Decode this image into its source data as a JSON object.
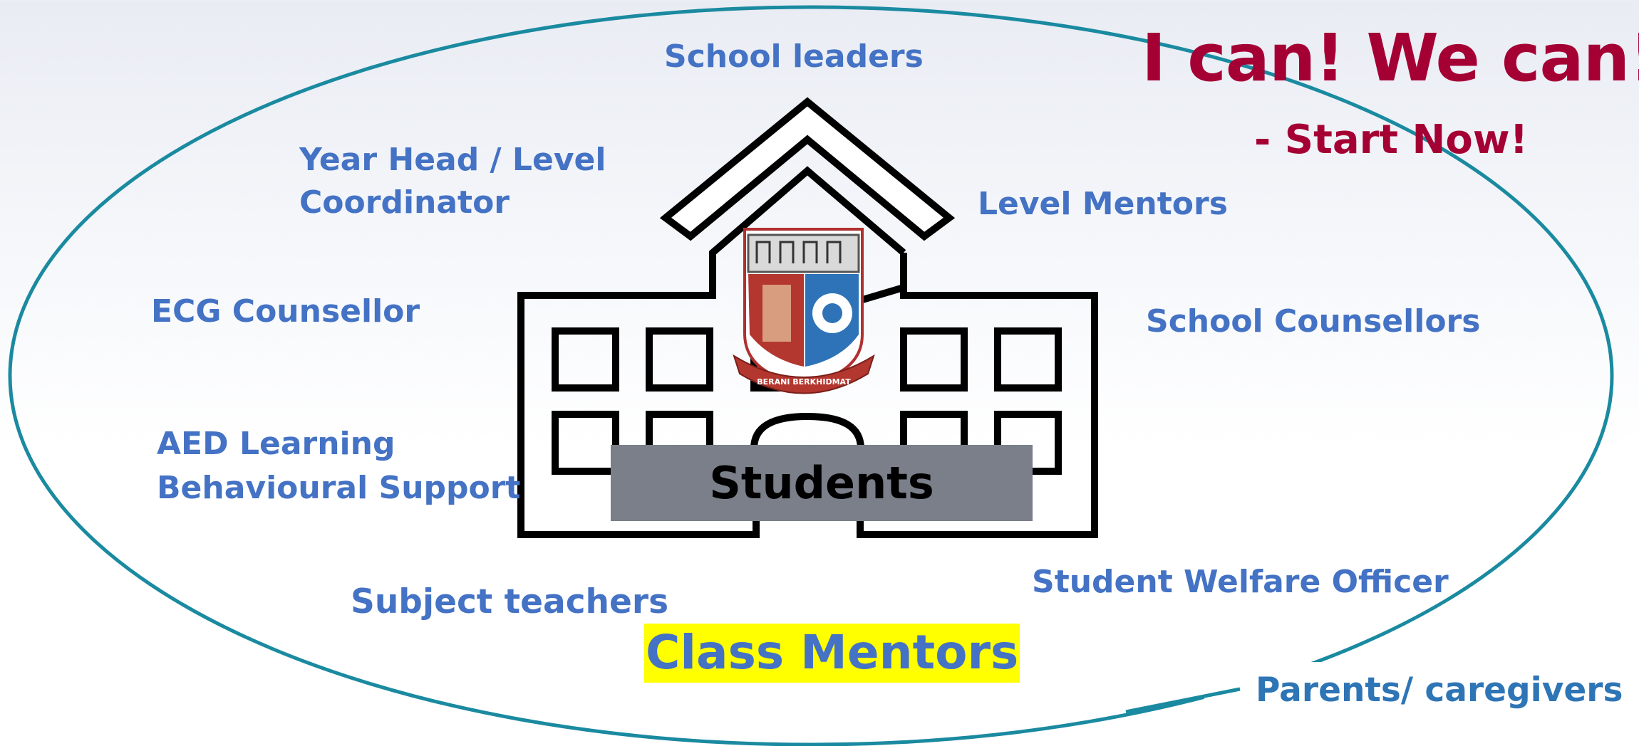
{
  "title": {
    "line1": "I can! We can!",
    "line2": "- Start Now!"
  },
  "center_label": "Students",
  "labels": {
    "school_leaders": "School leaders",
    "year_head": "Year Head / Level\nCoordinator",
    "level_mentors": "Level Mentors",
    "ecg_counsellor": "ECG Counsellor",
    "school_counsellors": "School Counsellors",
    "aed": "AED Learning\nBehavioural Support",
    "subject_teachers": "Subject teachers",
    "student_welfare": "Student Welfare Officer",
    "class_mentors": "Class Mentors",
    "parents": "Parents/ caregivers"
  },
  "crest": {
    "motto": "BERANI BERKHIDMAT"
  },
  "colors": {
    "ellipse": "#1a8aa0",
    "label_blue": "#4472c4",
    "title_red": "#a50034",
    "students_box": "#7a7f8a",
    "highlight": "#ffff00"
  }
}
